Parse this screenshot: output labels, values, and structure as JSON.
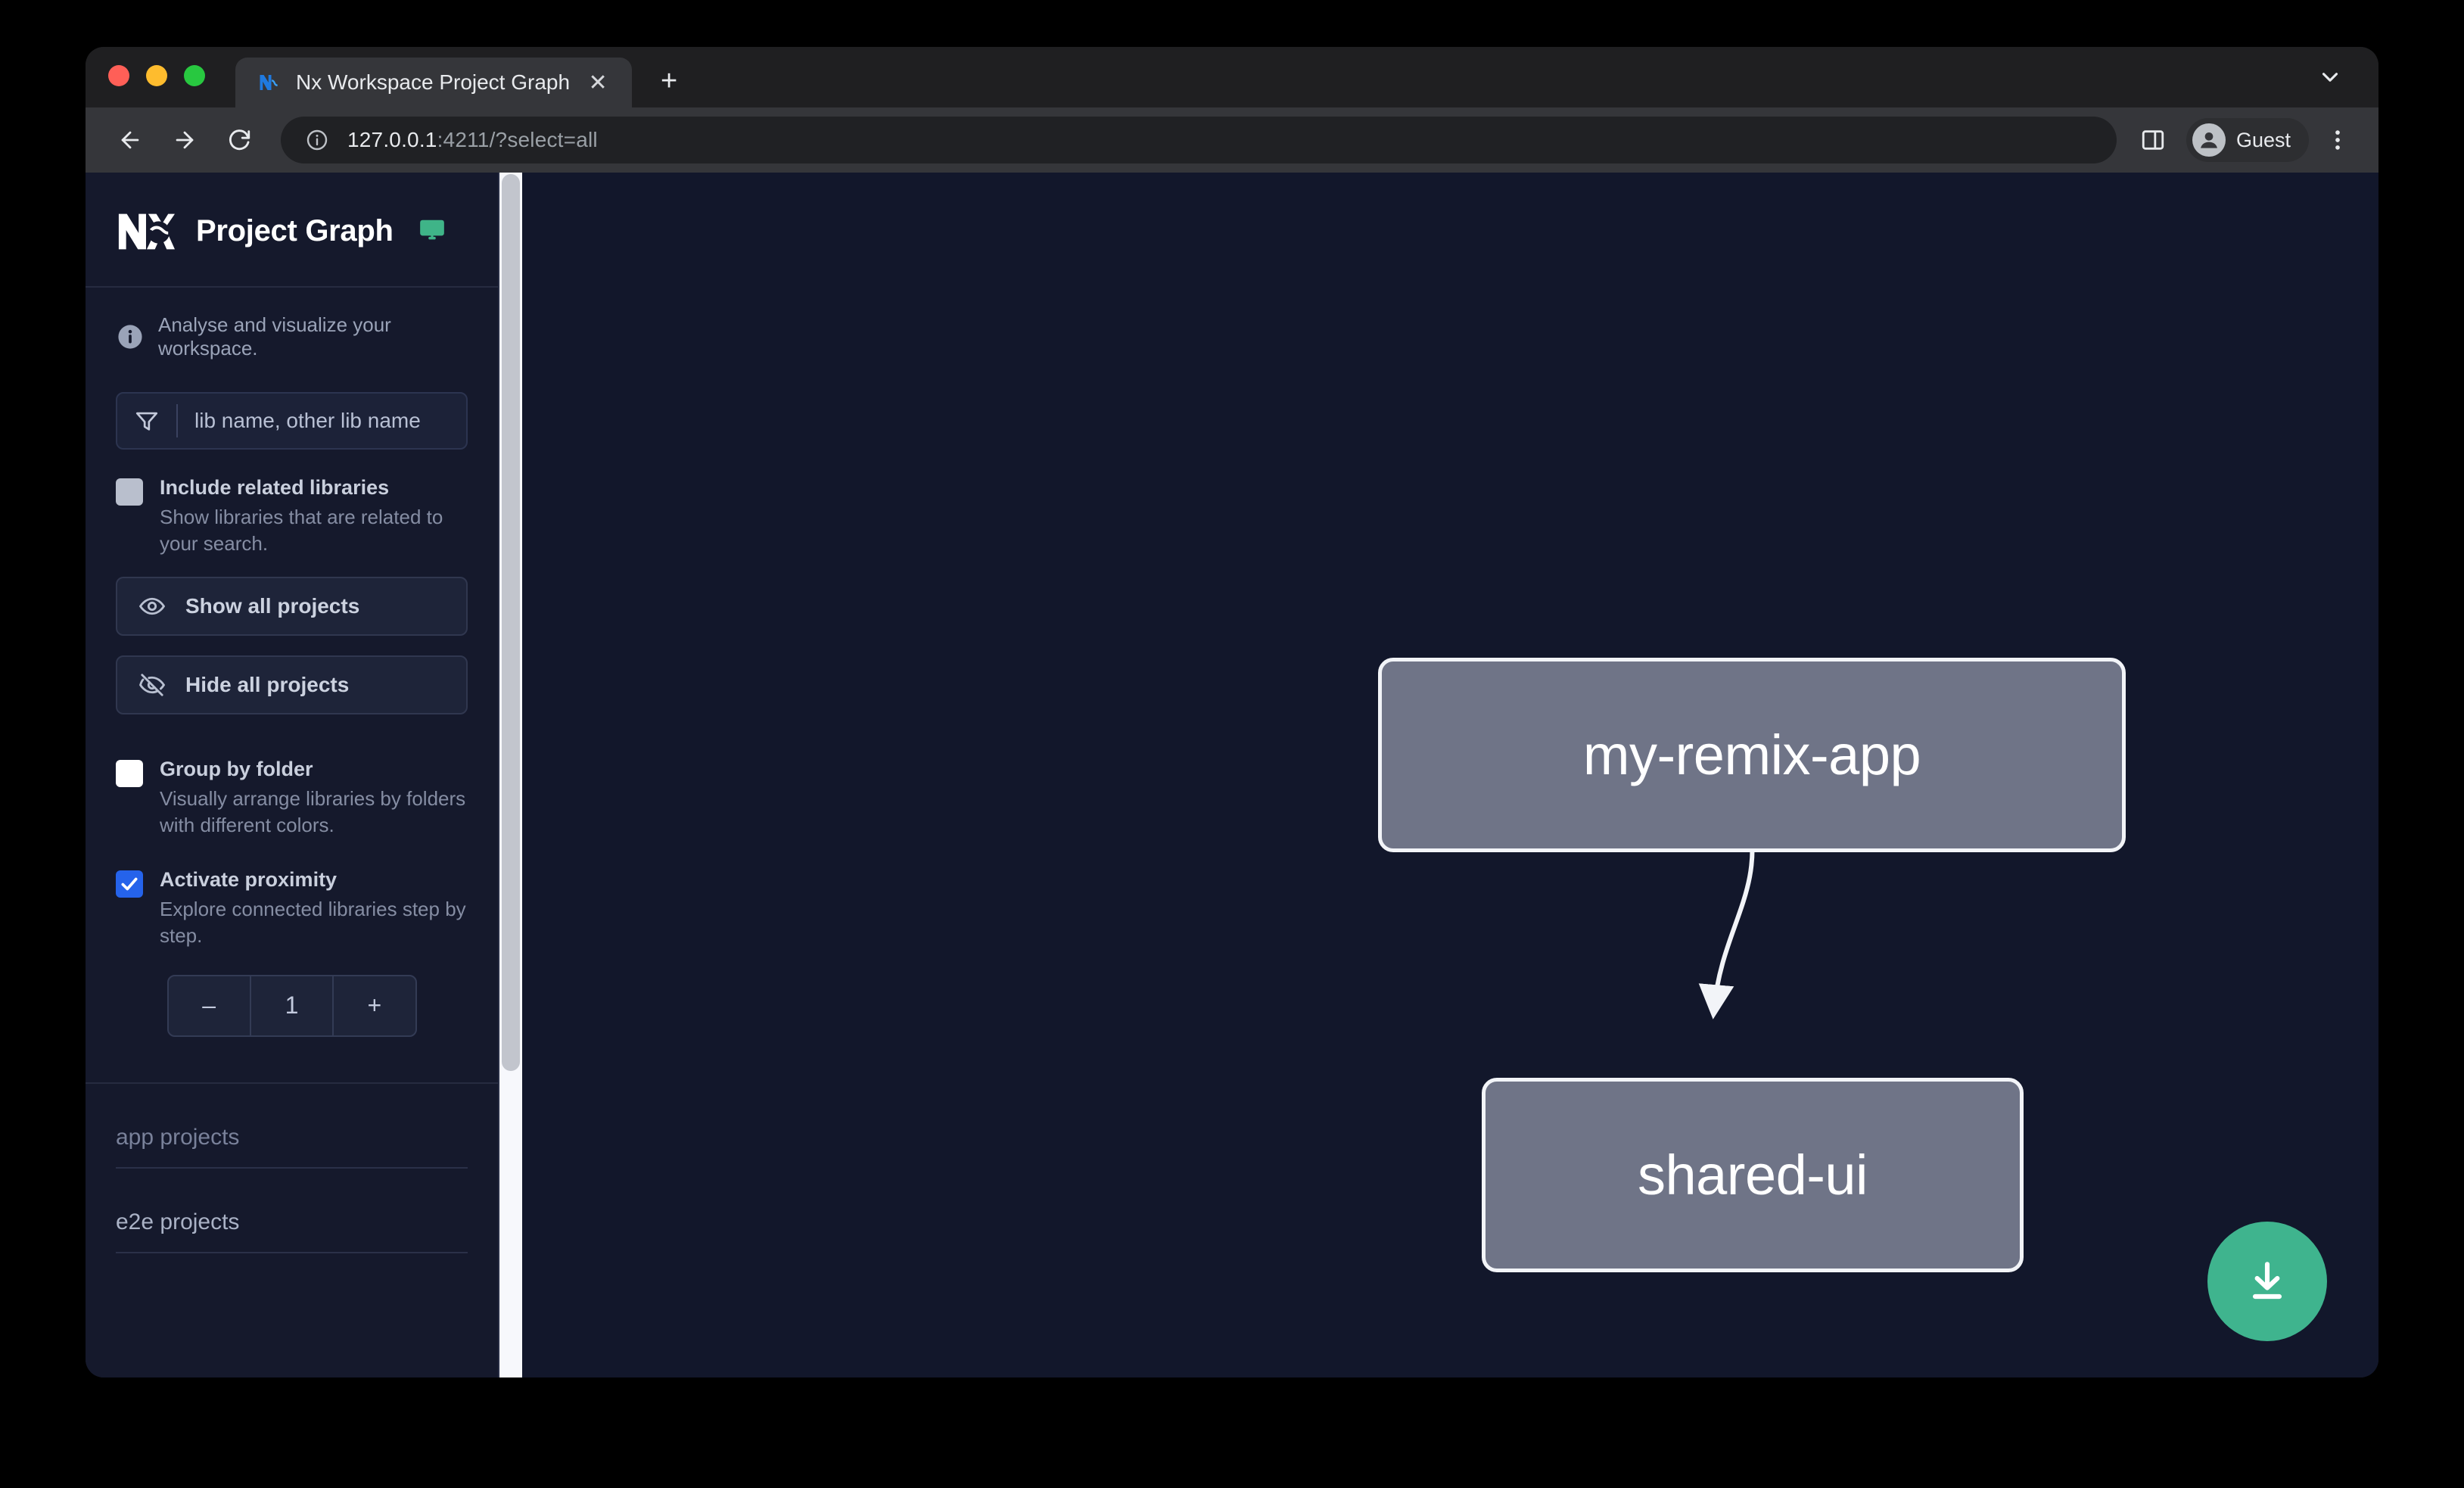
{
  "browser": {
    "tab": {
      "title": "Nx Workspace Project Graph",
      "favicon": "nx-favicon",
      "close_label": "✕"
    },
    "new_tab_label": "+",
    "toolbar": {
      "back": "back-arrow",
      "forward": "forward-arrow",
      "reload": "reload-arrow",
      "url_host": "127.0.0.1",
      "url_rest": ":4211/?select=all",
      "site_info_icon": "info-circle-icon",
      "split_view_icon": "split-view-icon",
      "profile_name": "Guest",
      "menu_icon": "three-dot-menu-icon"
    }
  },
  "sidebar": {
    "logo": "nx-logo",
    "title": "Project Graph",
    "monitor_icon": "monitor-icon",
    "subtitle": "Analyse and visualize your workspace.",
    "filter": {
      "icon": "funnel-icon",
      "placeholder": "lib name, other lib name",
      "value": ""
    },
    "options": [
      {
        "id": "include-related-libraries",
        "label": "Include related libraries",
        "description": "Show libraries that are related to your search.",
        "checked": false,
        "style": "grey"
      },
      {
        "id": "group-by-folder",
        "label": "Group by folder",
        "description": "Visually arrange libraries by folders with different colors.",
        "checked": false,
        "style": "white"
      },
      {
        "id": "activate-proximity",
        "label": "Activate proximity",
        "description": "Explore connected libraries step by step.",
        "checked": true,
        "style": "blue"
      }
    ],
    "buttons": [
      {
        "id": "show-all-projects",
        "label": "Show all projects",
        "icon": "eye-icon"
      },
      {
        "id": "hide-all-projects",
        "label": "Hide all projects",
        "icon": "eye-slash-icon"
      }
    ],
    "stepper": {
      "decrement_label": "–",
      "value": "1",
      "increment_label": "+"
    },
    "groups": [
      {
        "id": "app-projects",
        "label": "app projects"
      },
      {
        "id": "e2e-projects",
        "label": "e2e projects"
      }
    ]
  },
  "graph": {
    "nodes": [
      {
        "id": "my-remix-app",
        "label": "my-remix-app"
      },
      {
        "id": "shared-ui",
        "label": "shared-ui"
      }
    ],
    "edges": [
      {
        "from": "my-remix-app",
        "to": "shared-ui"
      }
    ],
    "download_button": {
      "icon": "download-icon",
      "color": "#3fb48e"
    }
  },
  "colors": {
    "canvas_background": "#12172b",
    "sidebar_background": "#15192c",
    "node_fill": "#6f7487",
    "node_border": "#f2f4f8",
    "accent_green": "#3fb48e",
    "checkbox_checked": "#2563eb"
  }
}
